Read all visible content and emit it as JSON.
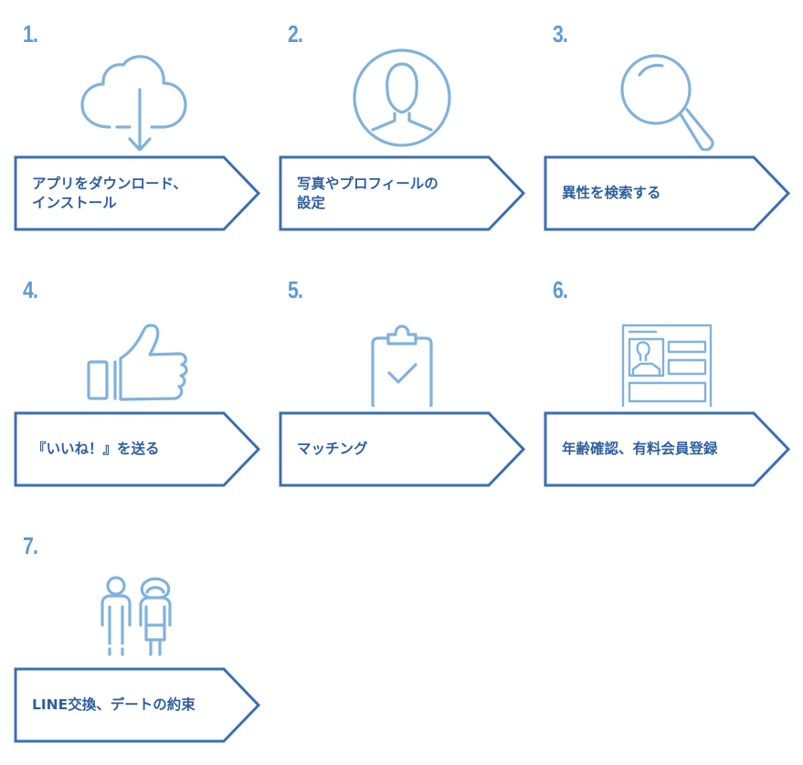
{
  "steps": [
    {
      "number": "1.",
      "label": "アプリをダウンロード、\nインストール",
      "icon": "cloud-download-icon"
    },
    {
      "number": "2.",
      "label": "写真やプロフィールの\n設定",
      "icon": "user-profile-icon"
    },
    {
      "number": "3.",
      "label": "異性を検索する",
      "icon": "magnifier-icon"
    },
    {
      "number": "4.",
      "label": "『いいね！』を送る",
      "icon": "thumbs-up-icon"
    },
    {
      "number": "5.",
      "label": "マッチング",
      "icon": "clipboard-check-icon"
    },
    {
      "number": "6.",
      "label": "年齢確認、有料会員登録",
      "icon": "id-card-icon"
    },
    {
      "number": "7.",
      "label": "LINE交換、デートの約束",
      "icon": "couple-icon"
    }
  ],
  "colors": {
    "number": "#5b9bd5",
    "icon": "#80b2dd",
    "arrow_border": "#3a6fb5",
    "label": "#2e5f9e"
  }
}
